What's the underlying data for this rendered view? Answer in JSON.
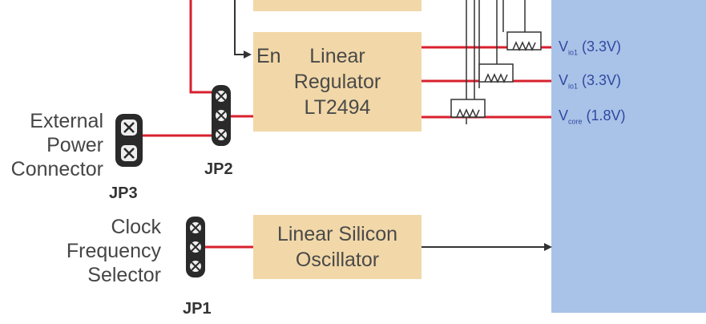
{
  "regulator": {
    "line1": "Linear",
    "line2": "Regulator",
    "line3": "LT2494",
    "enable_label": "En"
  },
  "oscillator": {
    "line1": "Linear Silicon",
    "line2": "Oscillator"
  },
  "external_power": {
    "line1": "External",
    "line2": "Power",
    "line3": "Connector"
  },
  "clock_selector": {
    "line1": "Clock",
    "line2": "Frequency",
    "line3": "Selector"
  },
  "jumpers": {
    "jp1": "JP1",
    "jp2": "JP2",
    "jp3": "JP3"
  },
  "outputs": [
    {
      "v": "V",
      "sub": "io1",
      "value": " (3.3V)"
    },
    {
      "v": "V",
      "sub": "io1",
      "value": " (3.3V)"
    },
    {
      "v": "V",
      "sub": "core",
      "value": " (1.8V)"
    }
  ],
  "colors": {
    "block": "#f2d8a8",
    "fpga": "#a9c2e8",
    "wire": "#d8202e",
    "text_blue": "#2f4aa0"
  }
}
